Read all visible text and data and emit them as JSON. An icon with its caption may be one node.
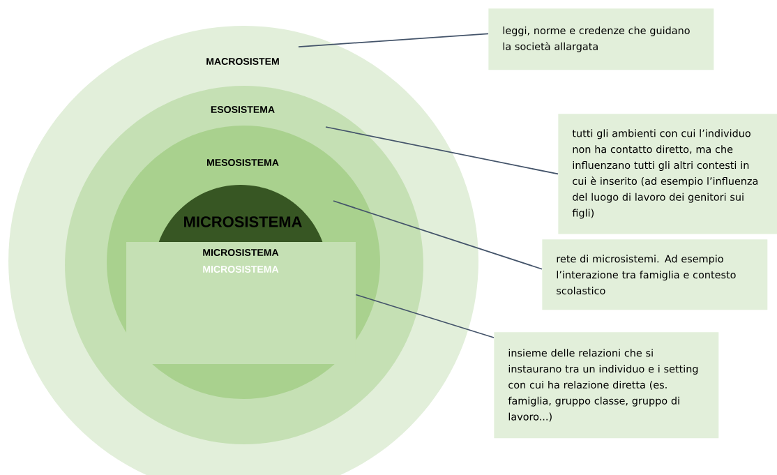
{
  "diagram": {
    "nodes": [
      {
        "text": [
          "MACROSISTEM"
        ]
      },
      {
        "text": [
          "ESOSISTEMA"
        ],
        "in": 0
      },
      {
        "text": [
          "MESOSISTEMA"
        ],
        "in": 1
      },
      {
        "text": [
          "MICROSISTEMA"
        ],
        "in": 2
      },
      {
        "text": [
          "MICROSISTEMA",
          "MICROSISTEMA"
        ],
        "in": 2
      },
      {
        "text": [
          "leggi, norme e credenze che guidano la società allargata"
        ]
      },
      {
        "text": [
          "tutti gli ambienti con cui l’individuo non ha contatto diretto, ma che influenzano tutti gli altri contesti in cui è inserito (ad esempio l’influenza del luogo di lavoro dei genitori sui figli)"
        ]
      },
      {
        "text": [
          "rete di microsistemi. Ad esempio l’interazione tra famiglia e contesto scolastico"
        ]
      },
      {
        "text": [
          "insieme delle relazioni che si instaurano tra un individuo e i setting con cui ha relazione diretta (es. famiglia, gruppo classe, gruppo di lavoro...)"
        ]
      }
    ],
    "edges": [
      {
        "from": 0,
        "to": 5,
        "arrow": "none"
      },
      {
        "from": 1,
        "to": 6,
        "arrow": "none"
      },
      {
        "from": 2,
        "to": 7,
        "arrow": "none"
      },
      {
        "from": 4,
        "to": 8,
        "arrow": "none"
      }
    ]
  }
}
